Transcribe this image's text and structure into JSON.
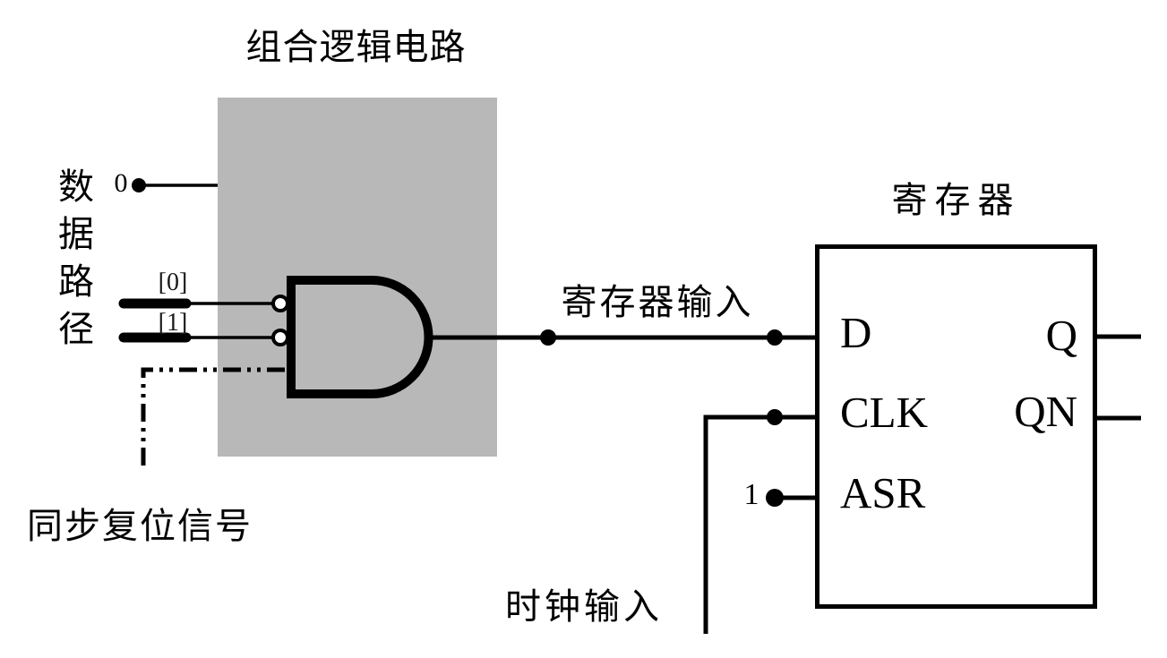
{
  "diagram": {
    "colors": {
      "background": "#ffffff",
      "line": "#000000",
      "combinational_fill": "#b8b8b8",
      "register_fill": "#ffffff"
    },
    "combinational_block": {
      "title": "组合逻辑电路"
    },
    "register": {
      "title": "寄存器",
      "ports": {
        "d": "D",
        "clk": "CLK",
        "asr": "ASR",
        "q": "Q",
        "qn": "QN"
      }
    },
    "labels": {
      "data_path": "数据路径",
      "sync_reset": "同步复位信号",
      "register_input": "寄存器输入",
      "clock_input": "时钟输入"
    },
    "constants": {
      "zero": "0",
      "one": "1"
    },
    "bus_bits": {
      "bit0": "[0]",
      "bit1": "[1]"
    }
  }
}
